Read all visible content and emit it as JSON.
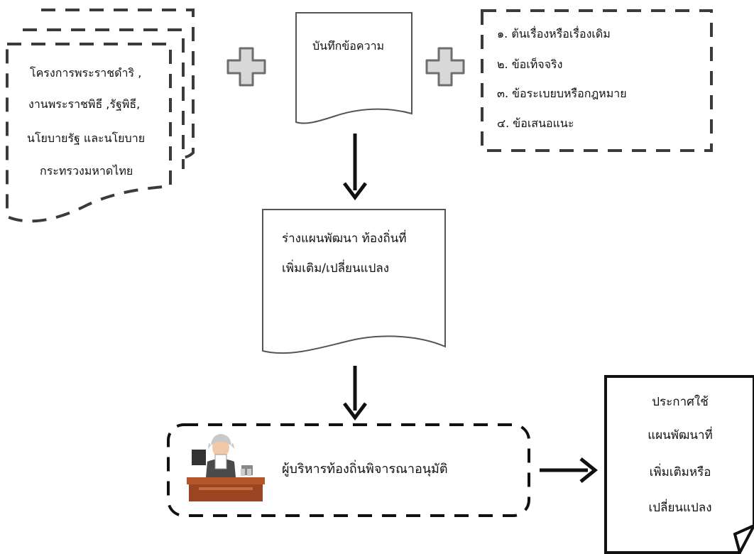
{
  "sources_doc": {
    "lines": [
      "โครงการพระราชดำริ ,",
      "งานพระราชพิธี ,รัฐพิธี,",
      "นโยบายรัฐ และนโยบาย",
      "กระทรวงมหาดไทย"
    ]
  },
  "memo_doc": {
    "label": "บันทึกข้อความ"
  },
  "memo_components": {
    "items": [
      "๑. ต้นเรื่องหรือเรื่องเดิม",
      "๒. ข้อเท็จจริง",
      "๓. ข้อระเบยบหรือกฎหมาย",
      "๔. ข้อเสนอแนะ"
    ]
  },
  "draft_doc": {
    "lines": [
      "ร่างแผนพัฒนา ท้องถิ่นที่",
      "เพิ่มเติม/เปลี่ยนแปลง"
    ]
  },
  "approval_box": {
    "label": "ผู้บริหารท้องถิ่นพิจารณาอนุมัติ"
  },
  "announcement_doc": {
    "lines": [
      "ประกาศใช้",
      "แผนพัฒนาที่",
      "เพิ่มเติมหรือ",
      "เปลี่ยนแปลง"
    ]
  },
  "colors": {
    "stroke": "#3b3b3b",
    "plus_fill": "#d8d8d8",
    "plus_stroke": "#6e6e6e",
    "arrow": "#111111",
    "desk": "#b4552a",
    "hair": "#c9c9c9",
    "skin": "#f2c9a6",
    "suit": "#4a4a4a",
    "paper": "#ffffff"
  }
}
